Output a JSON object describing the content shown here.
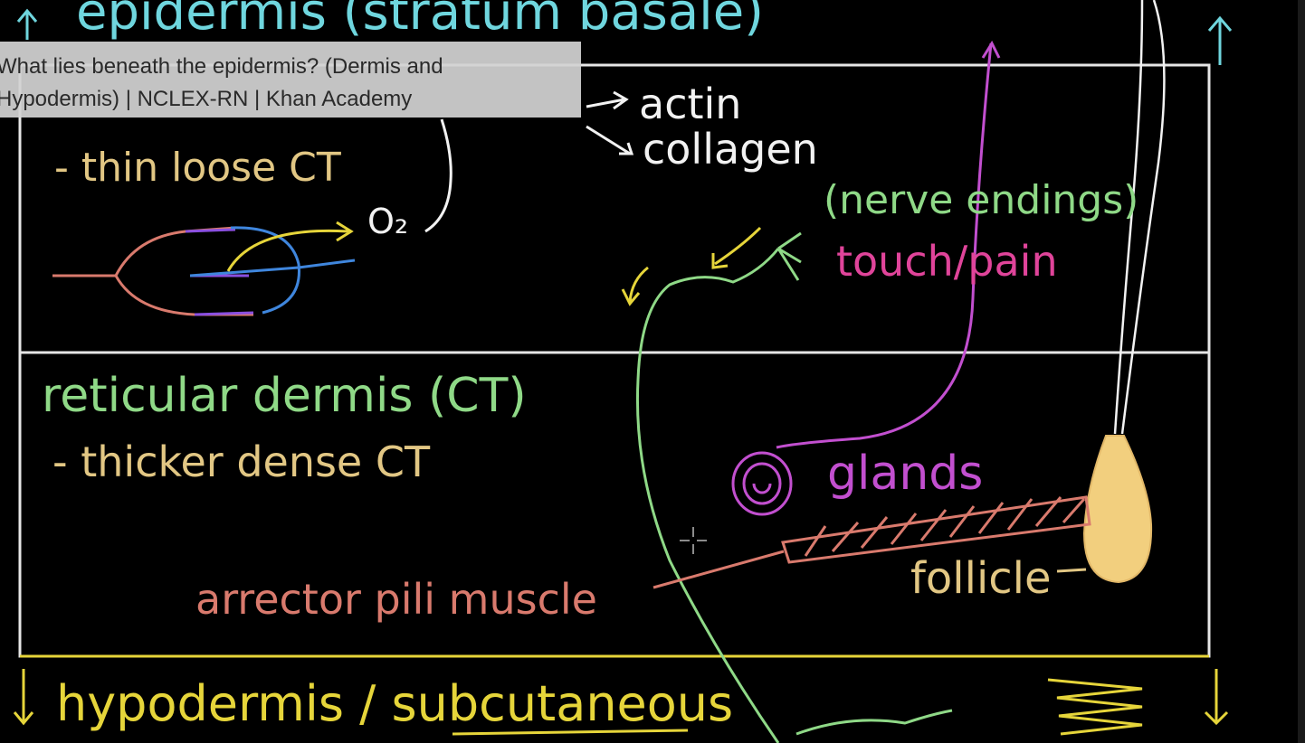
{
  "video": {
    "title_line1": "What lies beneath the epidermis? (Dermis and",
    "title_line2": "Hypodermis) | NCLEX-RN | Khan Academy"
  },
  "board": {
    "top_heading": "epidermis (stratum basale)",
    "papillary_note": "- thin loose CT",
    "actin": "actin",
    "collagen": "collagen",
    "o2": "O₂",
    "nerve_endings": "(nerve endings)",
    "touch_pain": "touch/pain",
    "reticular_heading": "reticular dermis (CT)",
    "reticular_note": "- thicker dense CT",
    "glands": "glands",
    "follicle": "follicle",
    "arrector": "arrector pili muscle",
    "hypodermis": "hypodermis / subcutaneous"
  },
  "colors": {
    "background": "#000000",
    "cyan": "#6fd6de",
    "green": "#8fd987",
    "tan": "#e2c784",
    "pink": "#e0449a",
    "purple": "#c24fcf",
    "salmon": "#d97a6d",
    "yellow": "#e6d53a",
    "blue": "#3f86dd",
    "follicle_fill": "#f2cf7e"
  }
}
